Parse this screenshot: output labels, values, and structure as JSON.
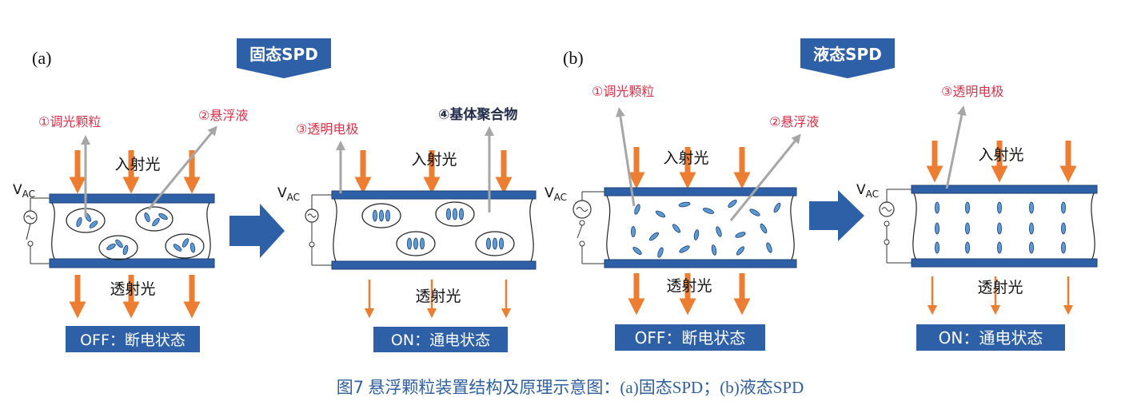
{
  "colors": {
    "blue": "#2e60a8",
    "blue_light": "#4f8ed6",
    "blue_fill": "#5b9bd5",
    "orange": "#ed7d31",
    "red_text": "#d6334a",
    "grey_pointer": "#a6a6a6",
    "dark_text": "#1f2a4a",
    "caption": "#2f5f9e"
  },
  "panel_a": {
    "letter": "(a)",
    "banner": "固态SPD",
    "off": {
      "label_particles": "①调光颗粒",
      "label_suspension": "②悬浮液",
      "incident": "入射光",
      "transmitted": "透射光",
      "vac_main": "V",
      "vac_sub": "AC",
      "status": "OFF：断电状态"
    },
    "on": {
      "label_electrode": "③透明电极",
      "label_polymer": "④基体聚合物",
      "incident": "入射光",
      "transmitted": "透射光",
      "vac_main": "V",
      "vac_sub": "AC",
      "status": "ON：通电状态"
    }
  },
  "panel_b": {
    "letter": "(b)",
    "banner": "液态SPD",
    "off": {
      "label_particles": "①调光颗粒",
      "label_suspension": "②悬浮液",
      "incident": "入射光",
      "transmitted": "透射光",
      "vac_main": "V",
      "vac_sub": "AC",
      "status": "OFF：断电状态"
    },
    "on": {
      "label_electrode": "③透明电极",
      "incident": "入射光",
      "transmitted": "透射光",
      "vac_main": "V",
      "vac_sub": "AC",
      "status": "ON：通电状态"
    }
  },
  "caption": {
    "figure_no": "图7",
    "text": "  悬浮颗粒装置结构及原理示意图：(a)固态SPD；(b)液态SPD"
  }
}
